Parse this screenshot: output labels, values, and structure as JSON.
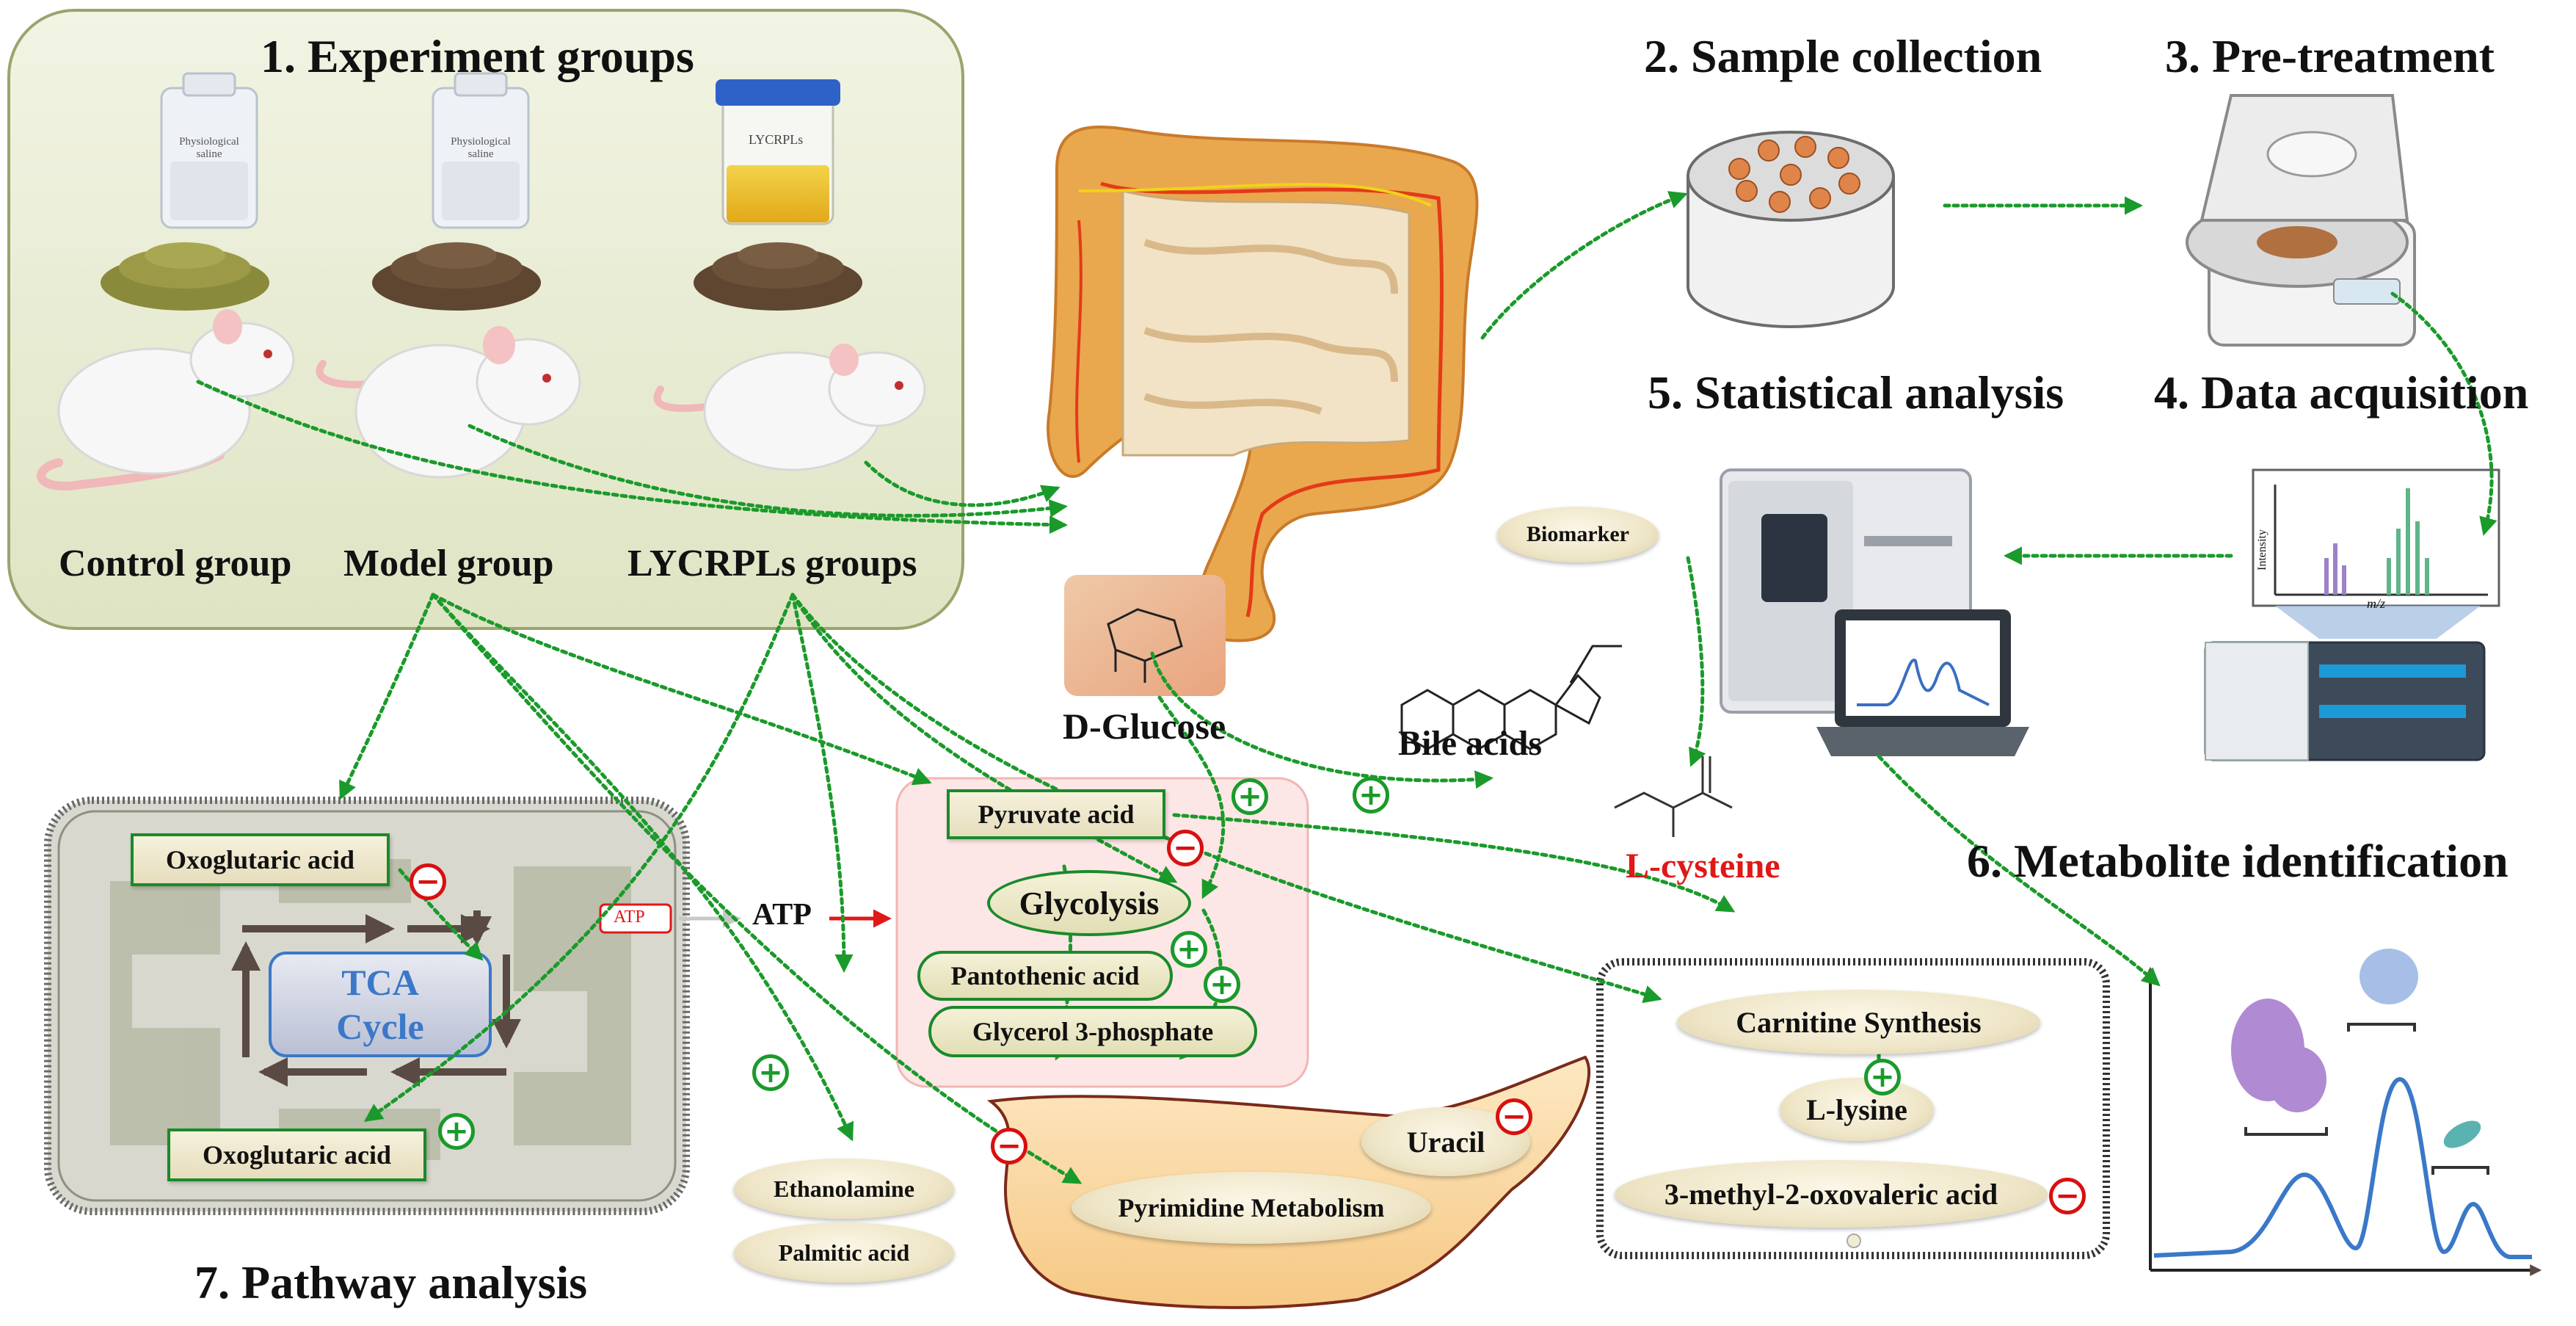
{
  "sections": {
    "s1": "1. Experiment groups",
    "s2": "2. Sample collection",
    "s3": "3. Pre-treatment",
    "s4": "4. Data acquisition",
    "s5": "5. Statistical analysis",
    "s6": "6. Metabolite identification",
    "s7": "7. Pathway analysis"
  },
  "groups": {
    "control": "Control group",
    "model": "Model group",
    "lycrpls": "LYCRPLs groups"
  },
  "bottles": {
    "b1": "Physiological saline",
    "b2": "Physiological saline",
    "b3": "LYCRPLs"
  },
  "labels": {
    "d_glucose": "D-Glucose",
    "bile_acids": "Bile acids",
    "l_cysteine": "L-cysteine",
    "biomarker": "Biomarker",
    "atp_small": "ATP",
    "atp": "ATP",
    "pyruvate": "Pyruvate acid",
    "glycolysis": "Glycolysis",
    "pantothenic": "Pantothenic acid",
    "glycerol": "Glycerol 3-phosphate",
    "oxo1": "Oxoglutaric acid",
    "oxo2": "Oxoglutaric acid",
    "tca": "TCA\nCycle",
    "ethanolamine": "Ethanolamine",
    "palmitic": "Palmitic acid",
    "pyrimidine": "Pyrimidine Metabolism",
    "uracil": "Uracil",
    "carnitine": "Carnitine Synthesis",
    "lysine": "L-lysine",
    "methyl": "3-methyl-2-oxovaleric acid",
    "ms_intensity": "Intensity",
    "ms_mz": "m/z"
  },
  "signs": {
    "plus": "+",
    "minus": "−"
  },
  "colors": {
    "arrow_green": "#1a9a2a",
    "promote": "#1a9a2a",
    "inhibit": "#d81010",
    "highlight_red": "#e01818",
    "tca_blue": "#3b78c8"
  }
}
